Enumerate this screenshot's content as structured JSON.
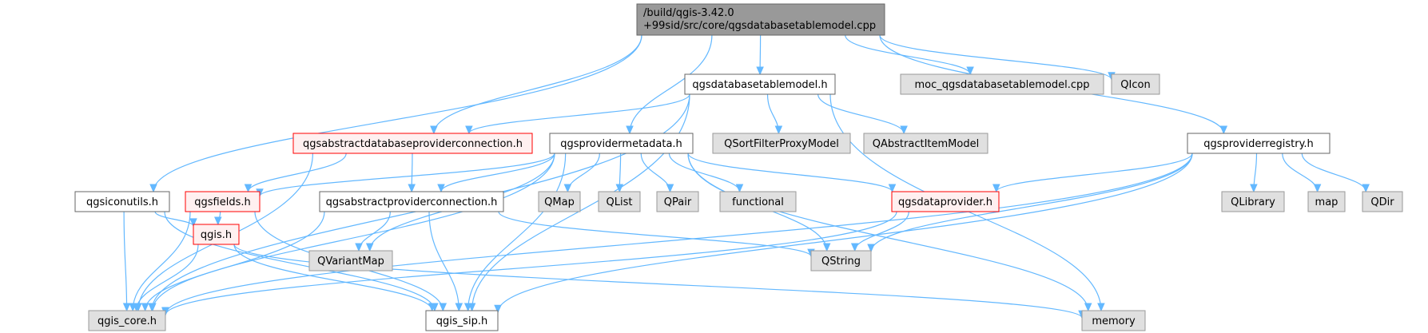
{
  "nodes": {
    "root": {
      "lines": [
        "/build/qgis-3.42.0",
        "+99sid/src/core/qgsdatabasetablemodel.cpp"
      ],
      "style": "root"
    },
    "qgsdatabasetablemodel_h": {
      "lines": [
        "qgsdatabasetablemodel.h"
      ],
      "style": "normal"
    },
    "moc_cpp": {
      "lines": [
        "moc_qgsdatabasetablemodel.cpp"
      ],
      "style": "external"
    },
    "qicon": {
      "lines": [
        "QIcon"
      ],
      "style": "external"
    },
    "qgsabstractdatabaseproviderconnection_h": {
      "lines": [
        "qgsabstractdatabaseproviderconnection.h"
      ],
      "style": "truncated"
    },
    "qsortfilterproxymodel": {
      "lines": [
        "QSortFilterProxyModel"
      ],
      "style": "external"
    },
    "qabstractitemmodel": {
      "lines": [
        "QAbstractItemModel"
      ],
      "style": "external"
    },
    "qgsprovidermetadata_h": {
      "lines": [
        "qgsprovidermetadata.h"
      ],
      "style": "normal"
    },
    "qgsproviderregistry_h": {
      "lines": [
        "qgsproviderregistry.h"
      ],
      "style": "normal"
    },
    "qgsiconutils_h": {
      "lines": [
        "qgsiconutils.h"
      ],
      "style": "normal"
    },
    "qgsfields_h": {
      "lines": [
        "qgsfields.h"
      ],
      "style": "truncated"
    },
    "qgsabstractproviderconnection_h": {
      "lines": [
        "qgsabstractproviderconnection.h"
      ],
      "style": "normal"
    },
    "qmap": {
      "lines": [
        "QMap"
      ],
      "style": "external"
    },
    "qlist": {
      "lines": [
        "QList"
      ],
      "style": "external"
    },
    "qpair": {
      "lines": [
        "QPair"
      ],
      "style": "external"
    },
    "functional": {
      "lines": [
        "functional"
      ],
      "style": "external"
    },
    "qgsdataprovider_h": {
      "lines": [
        "qgsdataprovider.h"
      ],
      "style": "truncated"
    },
    "qlibrary": {
      "lines": [
        "QLibrary"
      ],
      "style": "external"
    },
    "map": {
      "lines": [
        "map"
      ],
      "style": "external"
    },
    "qdir": {
      "lines": [
        "QDir"
      ],
      "style": "external"
    },
    "qgis_h": {
      "lines": [
        "qgis.h"
      ],
      "style": "truncated"
    },
    "qvariantmap": {
      "lines": [
        "QVariantMap"
      ],
      "style": "external"
    },
    "qstring": {
      "lines": [
        "QString"
      ],
      "style": "external"
    },
    "qgis_core_h": {
      "lines": [
        "qgis_core.h"
      ],
      "style": "external"
    },
    "qgis_sip_h": {
      "lines": [
        "qgis_sip.h"
      ],
      "style": "normal"
    },
    "memory": {
      "lines": [
        "memory"
      ],
      "style": "external"
    }
  },
  "edges": [
    [
      "root",
      "qgsdatabasetablemodel_h"
    ],
    [
      "root",
      "moc_cpp"
    ],
    [
      "root",
      "qicon"
    ],
    [
      "root",
      "qgsabstractdatabaseproviderconnection_h"
    ],
    [
      "root",
      "qgsprovidermetadata_h"
    ],
    [
      "root",
      "qgsproviderregistry_h"
    ],
    [
      "root",
      "qgsiconutils_h"
    ],
    [
      "qgsdatabasetablemodel_h",
      "qgsabstractdatabaseproviderconnection_h"
    ],
    [
      "qgsdatabasetablemodel_h",
      "qsortfilterproxymodel"
    ],
    [
      "qgsdatabasetablemodel_h",
      "qabstractitemmodel"
    ],
    [
      "qgsdatabasetablemodel_h",
      "qgis_core_h"
    ],
    [
      "qgsdatabasetablemodel_h",
      "qgis_sip_h"
    ],
    [
      "qgsdatabasetablemodel_h",
      "memory"
    ],
    [
      "qgsabstractdatabaseproviderconnection_h",
      "qgsfields_h"
    ],
    [
      "qgsabstractdatabaseproviderconnection_h",
      "qgsabstractproviderconnection_h"
    ],
    [
      "qgsabstractdatabaseproviderconnection_h",
      "qgis_core_h"
    ],
    [
      "qgsprovidermetadata_h",
      "qgsfields_h"
    ],
    [
      "qgsprovidermetadata_h",
      "qgsabstractproviderconnection_h"
    ],
    [
      "qgsprovidermetadata_h",
      "qmap"
    ],
    [
      "qgsprovidermetadata_h",
      "qlist"
    ],
    [
      "qgsprovidermetadata_h",
      "qpair"
    ],
    [
      "qgsprovidermetadata_h",
      "functional"
    ],
    [
      "qgsprovidermetadata_h",
      "qgsdataprovider_h"
    ],
    [
      "qgsprovidermetadata_h",
      "qvariantmap"
    ],
    [
      "qgsprovidermetadata_h",
      "qstring"
    ],
    [
      "qgsprovidermetadata_h",
      "qgis_core_h"
    ],
    [
      "qgsprovidermetadata_h",
      "qgis_sip_h"
    ],
    [
      "qgsprovidermetadata_h",
      "memory"
    ],
    [
      "qgsproviderregistry_h",
      "qgsdataprovider_h"
    ],
    [
      "qgsproviderregistry_h",
      "qlibrary"
    ],
    [
      "qgsproviderregistry_h",
      "map"
    ],
    [
      "qgsproviderregistry_h",
      "qdir"
    ],
    [
      "qgsproviderregistry_h",
      "qstring"
    ],
    [
      "qgsproviderregistry_h",
      "qgis_core_h"
    ],
    [
      "qgsproviderregistry_h",
      "qgis_sip_h"
    ],
    [
      "qgsiconutils_h",
      "qgis_h"
    ],
    [
      "qgsiconutils_h",
      "qgis_core_h"
    ],
    [
      "qgsiconutils_h",
      "qgis_sip_h"
    ],
    [
      "qgsfields_h",
      "qgis_h"
    ],
    [
      "qgsfields_h",
      "qgis_core_h"
    ],
    [
      "qgsfields_h",
      "qgis_sip_h"
    ],
    [
      "qgsabstractproviderconnection_h",
      "qvariantmap"
    ],
    [
      "qgsabstractproviderconnection_h",
      "qstring"
    ],
    [
      "qgsabstractproviderconnection_h",
      "qgis_core_h"
    ],
    [
      "qgsabstractproviderconnection_h",
      "qgis_sip_h"
    ],
    [
      "qgsdataprovider_h",
      "qstring"
    ],
    [
      "qgsdataprovider_h",
      "qgis_core_h"
    ],
    [
      "qgis_h",
      "qgis_core_h"
    ],
    [
      "qgis_h",
      "qgis_sip_h"
    ],
    [
      "qgis_h",
      "memory"
    ]
  ],
  "colors": {
    "edge": "#63b8ff",
    "root_fill": "#999999",
    "root_border": "#666666",
    "normal_fill": "#ffffff",
    "normal_border": "#666666",
    "external_fill": "#e0e0e0",
    "external_border": "#999999",
    "truncated_fill": "#fff0f0",
    "truncated_border": "#ff0000"
  }
}
